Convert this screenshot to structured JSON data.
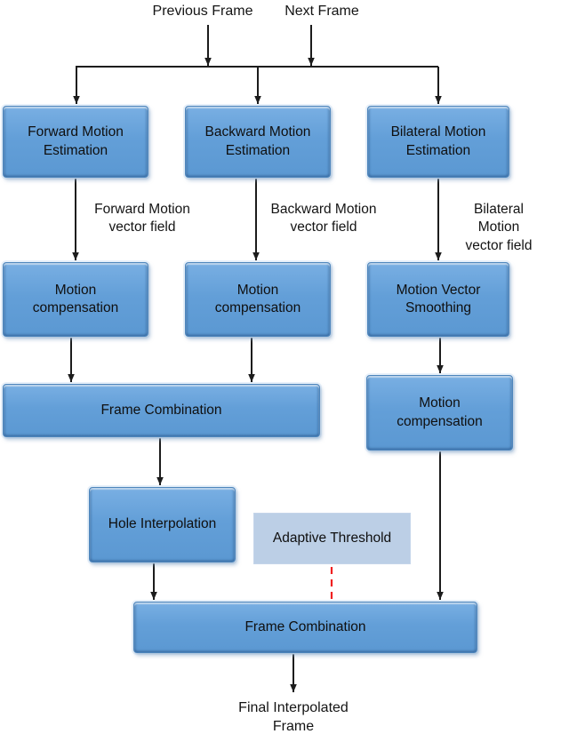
{
  "meta": {
    "background_color": "#ffffff",
    "node_fill_color": "#639fd8",
    "node_flat_fill_color": "#bccfe6",
    "arrow_color": "#1c1c1c",
    "dashed_connector_color": "#f02020"
  },
  "labels": {
    "previous_frame": "Previous Frame",
    "next_frame": "Next Frame",
    "forward_vector_field": "Forward Motion\nvector field",
    "backward_vector_field": "Backward Motion\nvector field",
    "bilateral_vector_field": "Bilateral Motion\nvector field",
    "final_output": "Final Interpolated\nFrame"
  },
  "nodes": {
    "forward_motion_estimation": "Forward Motion\nEstimation",
    "backward_motion_estimation": "Backward Motion\nEstimation",
    "bilateral_motion_estimation": "Bilateral Motion\nEstimation",
    "motion_compensation_forward": "Motion\ncompensation",
    "motion_compensation_backward": "Motion\ncompensation",
    "motion_vector_smoothing": "Motion Vector\nSmoothing",
    "frame_combination_1": "Frame Combination",
    "motion_compensation_bilateral": "Motion\ncompensation",
    "hole_interpolation": "Hole Interpolation",
    "adaptive_threshold": "Adaptive Threshold",
    "frame_combination_final": "Frame Combination"
  }
}
